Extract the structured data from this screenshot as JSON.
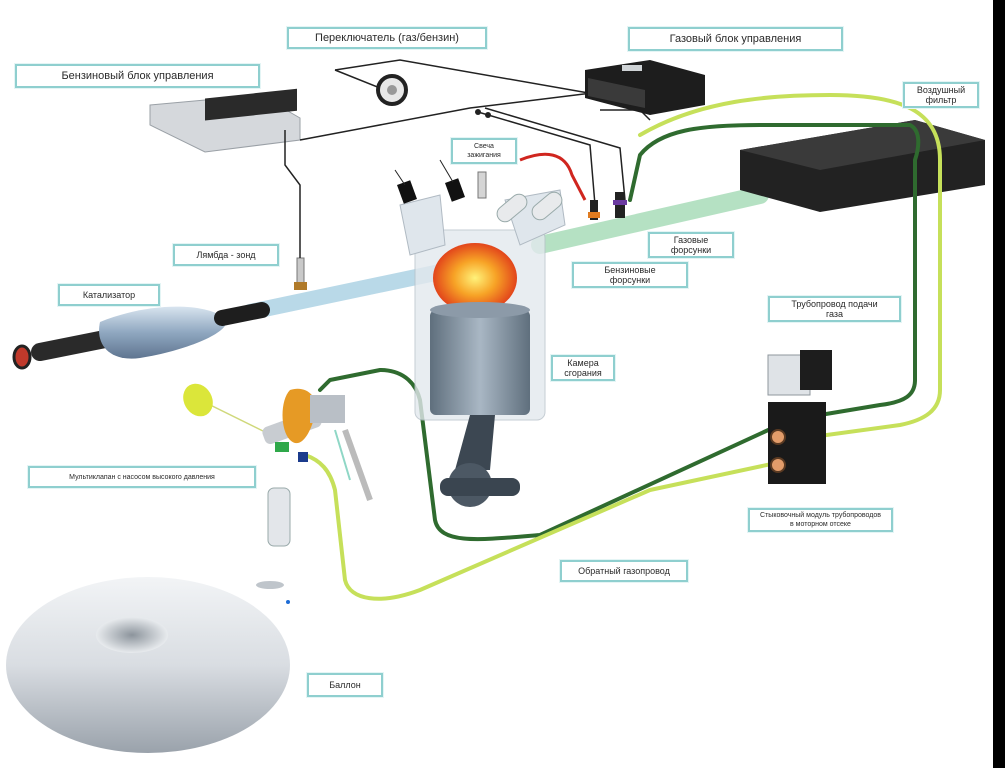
{
  "diagram": {
    "title": "Схема газобаллонного оборудования (ГБО)",
    "labels": {
      "switch": "Переключатель (газ/бензин)",
      "gas_ecu": "Газовый блок управления",
      "petrol_ecu": "Бензиновый блок управления",
      "air_filter": "Воздушный\nфильтр",
      "spark_plug": "Свеча\nзажигания",
      "gas_injectors": "Газовые\nфорсунки",
      "petrol_injectors": "Бензиновые\nфорсунки",
      "lambda": "Лямбда - зонд",
      "catalyst": "Катализатор",
      "gas_line": "Трубопровод подачи\nгаза",
      "combustion_chamber": "Камера\nсгорания",
      "multivalve": "Мультиклапан с насосом высокого давления",
      "engine_bay_module": "Стыковочный модуль трубопроводов\nв моторном отсеке",
      "return_line": "Обратный газопровод",
      "tank": "Баллон"
    },
    "colors": {
      "label_border": "#8fcfcf",
      "gas_line_light": "#c6e05a",
      "gas_line_dark": "#2f6b2f",
      "wire": "#222222",
      "intake_pipe": "#a8dcb8",
      "exhaust_pipe": "#b9d9e8",
      "flame": "#f07a1a",
      "component_dark": "#1d1d1d",
      "tank": "#d9dde2"
    }
  }
}
